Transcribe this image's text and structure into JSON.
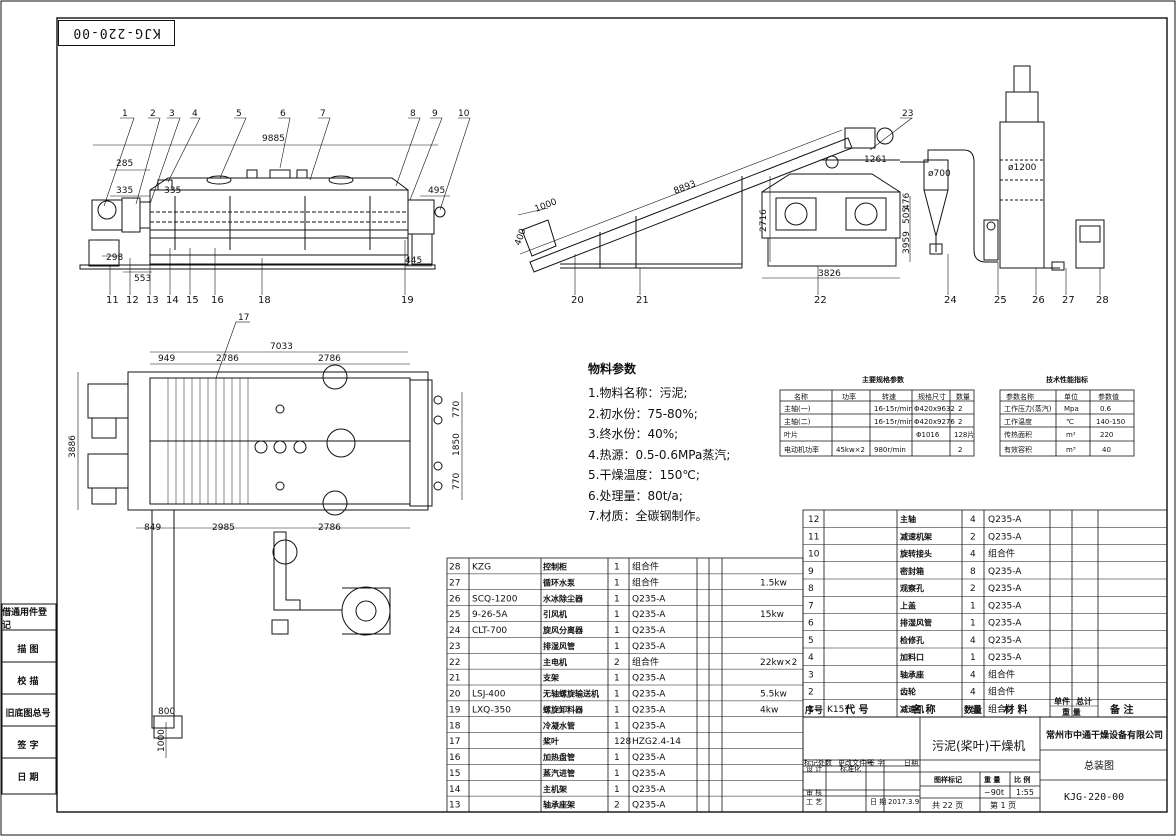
{
  "drawing_number_rotated": "KJG-220-00",
  "side_labels": [
    "借通用件登记",
    "描 图",
    "校 描",
    "旧底图总号",
    "签 字",
    "日 期"
  ],
  "top_dims": {
    "d9885": "9885",
    "d285": "285",
    "d335": "335",
    "d335b": "335",
    "d495": "495",
    "d298": "298",
    "d553": "553",
    "d445": "445",
    "d8893": "8893",
    "d1000": "1000",
    "d400": "400",
    "d1261": "1261",
    "d700": "ø700",
    "d1200": "ø1200",
    "d2716": "2716",
    "d3826": "3826",
    "d3959": "3959",
    "d505": "505",
    "d476": "476"
  },
  "top_balloons": [
    "1",
    "2",
    "3",
    "4",
    "5",
    "6",
    "7",
    "8",
    "9",
    "10",
    "11",
    "12",
    "13",
    "14",
    "15",
    "16",
    "18",
    "19",
    "20",
    "21",
    "22",
    "23",
    "24",
    "25",
    "26",
    "27",
    "28"
  ],
  "plan_dims": {
    "d949": "949",
    "d2786a": "2786",
    "d7033": "7033",
    "d2786b": "2786",
    "d3886": "3886",
    "d770a": "770",
    "d1850": "1850",
    "d770b": "770",
    "d849": "849",
    "d2985": "2985",
    "d2786c": "2786",
    "d800": "800",
    "d1000v": "1000",
    "balloon17": "17"
  },
  "params": {
    "title": "物料参数",
    "lines": [
      "1.物料名称：污泥;",
      "2.初水份：75-80%;",
      "3.终水份：40%;",
      "4.热源：0.5-0.6MPa蒸汽;",
      "5.干燥温度：150℃;",
      "6.处理量：80t/a;",
      "7.材质：全碳钢制作。"
    ]
  },
  "spec_table1": {
    "title": "主要规格参数",
    "header": [
      "名称",
      "功率",
      "转速",
      "规格尺寸",
      "数量"
    ],
    "rows": [
      [
        "主轴(一)",
        "",
        "16-15r/min",
        "Φ420x9632",
        "2"
      ],
      [
        "主轴(二)",
        "",
        "16-15r/min",
        "Φ420x9276",
        "2"
      ],
      [
        "叶片",
        "",
        "",
        "Φ1016",
        "128片"
      ],
      [
        "电动机功率",
        "45kw×2",
        "980r/min",
        "",
        "2"
      ]
    ]
  },
  "spec_table2": {
    "title": "技术性能指标",
    "header": [
      "参数名称",
      "单位",
      "参数值"
    ],
    "rows": [
      [
        "工作压力(蒸汽)",
        "Mpa",
        "0.6"
      ],
      [
        "工作温度",
        "℃",
        "140-150"
      ],
      [
        "传热面积",
        "m²",
        "220"
      ],
      [
        "有效容积",
        "m³",
        "40"
      ]
    ]
  },
  "bom_left": [
    [
      "28",
      "KZG",
      "控制柜",
      "1",
      "组合件",
      ""
    ],
    [
      "27",
      "",
      "循环水泵",
      "1",
      "组合件",
      "1.5kw"
    ],
    [
      "26",
      "SCQ-1200",
      "水冰除尘器",
      "1",
      "Q235-A",
      ""
    ],
    [
      "25",
      "9-26-5A",
      "引风机",
      "1",
      "Q235-A",
      "15kw"
    ],
    [
      "24",
      "CLT-700",
      "旋风分离器",
      "1",
      "Q235-A",
      ""
    ],
    [
      "23",
      "",
      "排湿风管",
      "1",
      "Q235-A",
      ""
    ],
    [
      "22",
      "",
      "主电机",
      "2",
      "组合件",
      "22kw×2"
    ],
    [
      "21",
      "",
      "支架",
      "1",
      "Q235-A",
      ""
    ],
    [
      "20",
      "LSJ-400",
      "无轴螺旋输送机",
      "1",
      "Q235-A",
      "5.5kw"
    ],
    [
      "19",
      "LXQ-350",
      "螺旋卸料器",
      "1",
      "Q235-A",
      "4kw"
    ],
    [
      "18",
      "",
      "冷凝水管",
      "1",
      "Q235-A",
      ""
    ],
    [
      "17",
      "",
      "桨叶",
      "128",
      "HZG2.4-14",
      ""
    ],
    [
      "16",
      "",
      "加热盘管",
      "1",
      "Q235-A",
      ""
    ],
    [
      "15",
      "",
      "蒸汽进管",
      "1",
      "Q235-A",
      ""
    ],
    [
      "14",
      "",
      "主机架",
      "1",
      "Q235-A",
      ""
    ],
    [
      "13",
      "",
      "轴承座架",
      "2",
      "Q235-A",
      ""
    ]
  ],
  "bom_right": [
    [
      "12",
      "",
      "主轴",
      "4",
      "Q235-A"
    ],
    [
      "11",
      "",
      "减速机架",
      "2",
      "Q235-A"
    ],
    [
      "10",
      "",
      "旋转接头",
      "4",
      "组合件"
    ],
    [
      "9",
      "",
      "密封箱",
      "8",
      "Q235-A"
    ],
    [
      "8",
      "",
      "观察孔",
      "2",
      "Q235-A"
    ],
    [
      "7",
      "",
      "上盖",
      "1",
      "Q235-A"
    ],
    [
      "6",
      "",
      "排湿风管",
      "1",
      "Q235-A"
    ],
    [
      "5",
      "",
      "检修孔",
      "4",
      "Q235-A"
    ],
    [
      "4",
      "",
      "加料口",
      "1",
      "Q235-A"
    ],
    [
      "3",
      "",
      "轴承座",
      "4",
      "组合件"
    ],
    [
      "2",
      "",
      "齿轮",
      "4",
      "组合件"
    ],
    [
      "1",
      "K157",
      "减速机",
      "1",
      "组合件"
    ]
  ],
  "bom_header": {
    "seq": "序号",
    "code": "代 号",
    "name": "名 称",
    "qty": "数量",
    "mat": "材 料",
    "single": "单件",
    "total": "总计",
    "weight": "重 量",
    "remark": "备 注"
  },
  "title_block": {
    "product": "污泥(桨叶)干燥机",
    "company": "常州市中通干燥设备有限公司",
    "drawing_title": "总装图",
    "drawing_no": "KJG-220-00",
    "mark": "标记",
    "count": "处数",
    "doc": "更改文件号",
    "sign": "签 字",
    "date": "日期",
    "design": "设 计",
    "stdz": "标准化",
    "review": "审 核",
    "process": "工 艺",
    "approve": "日 期",
    "date_val": "2017.3.9",
    "stage": "图样标记",
    "weight_lbl": "重 量",
    "scale_lbl": "比 例",
    "weight_val": "~90t",
    "scale_val": "1:55",
    "sheets_total": "共 22 页",
    "sheet_no": "第 1 页"
  }
}
